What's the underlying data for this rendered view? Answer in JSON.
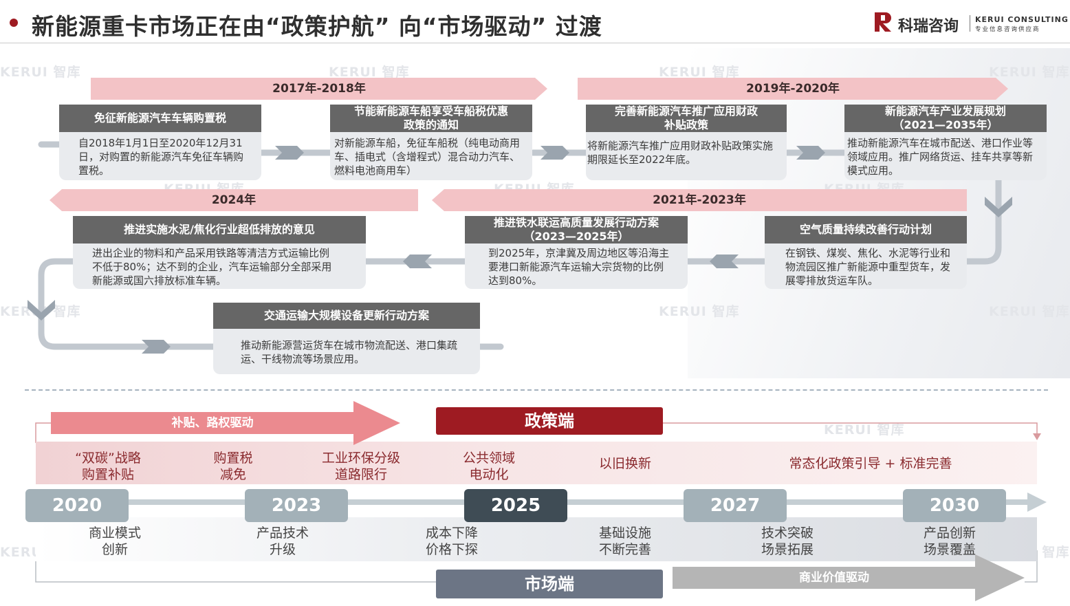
{
  "header": {
    "title": "新能源重卡市场正在由“政策护航” 向“市场驱动” 过渡",
    "logo_name": "科瑞咨询",
    "logo_en": "KERUI CONSULTING",
    "logo_cn": "专业信息咨询供应商"
  },
  "watermark": "KERUI 智库",
  "periods": [
    {
      "label": "2017年-2018年"
    },
    {
      "label": "2019年-2020年"
    },
    {
      "label": "2024年"
    },
    {
      "label": "2021年-2023年"
    }
  ],
  "policies": [
    {
      "title": "免征新能源汽车车辆购置税",
      "body": "自2018年1月1日至2020年12月31日，对购置的新能源汽车免征车辆购置税。"
    },
    {
      "title": "节能新能源车船享受车船税优惠政策的通知",
      "body": "对新能源车船，免征车船税（纯电动商用车、插电式（含增程式）混合动力汽车、燃料电池商用车）"
    },
    {
      "title": "完善新能源汽车推广应用财政补贴政策",
      "body": "将新能源汽车推广应用财政补贴政策实施期限延长至2022年底。"
    },
    {
      "title": "新能源汽车产业发展规划（2021—2035年）",
      "body": "推动新能源汽车在城市配送、港口作业等领域应用。推广网络货运、挂车共享等新模式应用。"
    },
    {
      "title": "空气质量持续改善行动计划",
      "body": "在钢铁、煤炭、焦化、水泥等行业和物流园区推广新能源中重型货车，发展零排放货运车队。"
    },
    {
      "title": "推进铁水联运高质量发展行动方案（2023—2025年）",
      "body": "到2025年，京津冀及周边地区等沿海主要港口新能源汽车运输大宗货物的比例达到80%。"
    },
    {
      "title": "推进实施水泥/焦化行业超低排放的意见",
      "body": "进出企业的物料和产品采用铁路等清洁方式运输比例不低于80%；达不到的企业，汽车运输部分全部采用新能源或国六排放标准车辆。"
    },
    {
      "title": "交通运输大规模设备更新行动方案",
      "body": "推动新能源营运货车在城市物流配送、港口集疏运、干线物流等场景应用。"
    }
  ],
  "timeline": {
    "policy_side": "政策端",
    "market_side": "市场端",
    "subsidy_driver": "补贴、路权驱动",
    "value_driver": "商业价值驱动",
    "years": [
      "2020",
      "2023",
      "2025",
      "2027",
      "2030"
    ],
    "current_year": "2025",
    "policy_items": [
      {
        "line1": "“双碳”战略",
        "line2": "购置补贴"
      },
      {
        "line1": "购置税",
        "line2": "减免"
      },
      {
        "line1": "工业环保分级",
        "line2": "道路限行"
      },
      {
        "line1": "公共领域",
        "line2": "电动化"
      },
      {
        "line1": "以旧换新",
        "line2": ""
      },
      {
        "line1": "常态化政策引导 + 标准完善",
        "line2": ""
      }
    ],
    "market_items": [
      {
        "line1": "商业模式",
        "line2": "创新"
      },
      {
        "line1": "产品技术",
        "line2": "升级"
      },
      {
        "line1": "成本下降",
        "line2": "价格下探"
      },
      {
        "line1": "基础设施",
        "line2": "不断完善"
      },
      {
        "line1": "技术突破",
        "line2": "场景拓展"
      },
      {
        "line1": "产品创新",
        "line2": "场景覆盖"
      }
    ]
  },
  "colors": {
    "brand_red": "#9e1b22",
    "ribbon_pink": "#f3c3c6",
    "card_header": "#666666",
    "card_body": "#e9ebee",
    "year_box": "#a3b1b8",
    "year_current": "#3f4c55",
    "market_box": "#6c7585"
  }
}
